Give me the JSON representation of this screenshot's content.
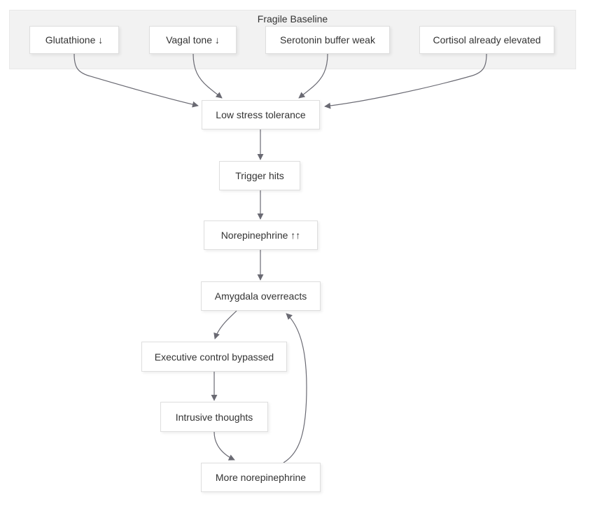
{
  "diagram": {
    "type": "flowchart",
    "subgraph": {
      "title": "Fragile Baseline"
    },
    "colors": {
      "edge": "#6a6a73",
      "node_fill": "#ffffff",
      "node_border": "#dedede",
      "subgraph_fill": "#f2f2f2",
      "subgraph_border": "#e8e8e8",
      "text": "#333333",
      "canvas_bg": "#ffffff"
    },
    "nodes": [
      {
        "id": "glutathione",
        "label": "Glutathione ↓",
        "group": "fragile-baseline"
      },
      {
        "id": "vagal",
        "label": "Vagal tone ↓",
        "group": "fragile-baseline"
      },
      {
        "id": "serotonin",
        "label": "Serotonin buffer weak",
        "group": "fragile-baseline"
      },
      {
        "id": "cortisol",
        "label": "Cortisol already elevated",
        "group": "fragile-baseline"
      },
      {
        "id": "lst",
        "label": "Low stress tolerance",
        "group": null
      },
      {
        "id": "trigger",
        "label": "Trigger hits",
        "group": null
      },
      {
        "id": "norepi",
        "label": "Norepinephrine ↑↑",
        "group": null
      },
      {
        "id": "amygdala",
        "label": "Amygdala overreacts",
        "group": null
      },
      {
        "id": "exec",
        "label": "Executive control bypassed",
        "group": null
      },
      {
        "id": "intrusive",
        "label": "Intrusive thoughts",
        "group": null
      },
      {
        "id": "more_norepi",
        "label": "More norepinephrine",
        "group": null
      }
    ],
    "edges": [
      {
        "from": "glutathione",
        "to": "lst"
      },
      {
        "from": "vagal",
        "to": "lst"
      },
      {
        "from": "serotonin",
        "to": "lst"
      },
      {
        "from": "cortisol",
        "to": "lst"
      },
      {
        "from": "lst",
        "to": "trigger"
      },
      {
        "from": "trigger",
        "to": "norepi"
      },
      {
        "from": "norepi",
        "to": "amygdala"
      },
      {
        "from": "amygdala",
        "to": "exec"
      },
      {
        "from": "exec",
        "to": "intrusive"
      },
      {
        "from": "intrusive",
        "to": "more_norepi"
      },
      {
        "from": "more_norepi",
        "to": "amygdala"
      }
    ]
  }
}
